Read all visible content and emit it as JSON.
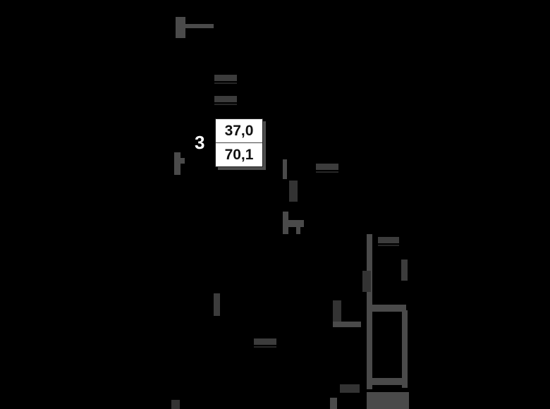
{
  "plan": {
    "background": "#000000",
    "wall_color": "#4a4a4a"
  },
  "unit_callout": {
    "rooms": "3",
    "living_area": "37,0",
    "total_area": "70,1",
    "box_color": "#ffffff",
    "text_color": "#111111"
  }
}
